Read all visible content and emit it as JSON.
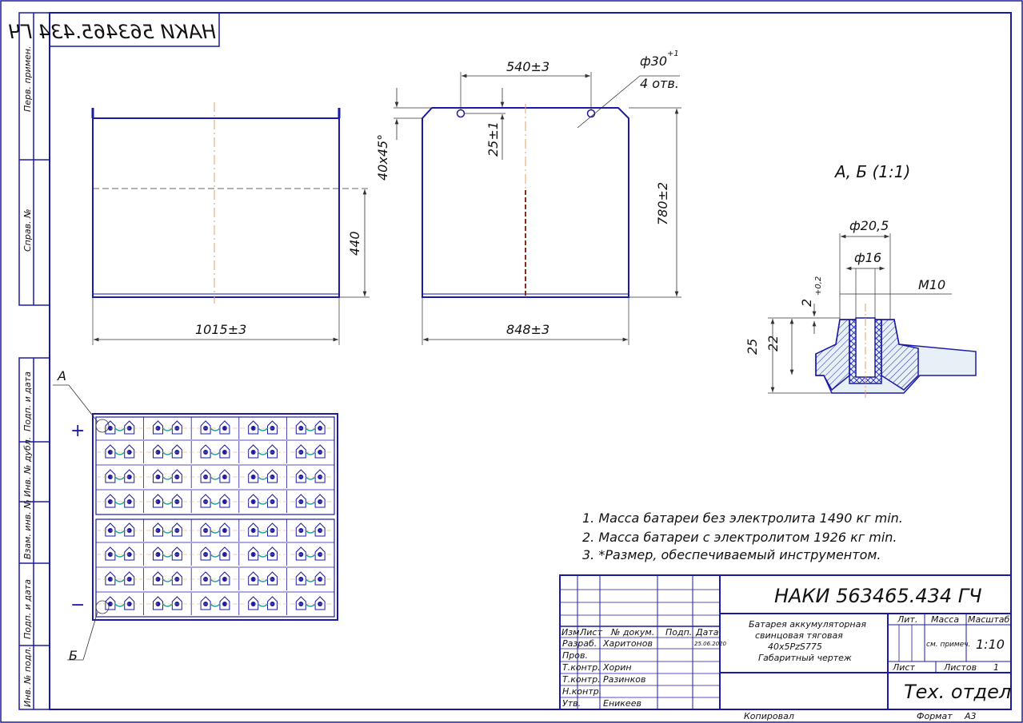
{
  "colors": {
    "frame": "#1a1aa6",
    "body": "#1a1aa6",
    "axis": "#e0a060",
    "dim": "#333333",
    "link": "#1e9e9e",
    "pole": "#1a1aa6"
  },
  "doc": {
    "code": "НАКИ 563465.434 ГЧ",
    "code_mirror": "НАКИ 563465.434 ГЧ"
  },
  "side_labels": [
    "Перв. примен.",
    "Справ. №",
    "Подп. и дата",
    "Инв. № дубл.",
    "Взам. инв. №",
    "Подп. и дата",
    "Инв. № подл."
  ],
  "dims": {
    "length": "1015±3",
    "height": "440",
    "hole_spacing": "540±3",
    "hole_dia": "ф30",
    "hole_dia_tol": "+1",
    "hole_count": "4 отв.",
    "hole_offset": "25±1",
    "chamfer": "40x45°",
    "width": "848±3",
    "lid_height": "780±2"
  },
  "detail": {
    "title": "А, Б (1:1)",
    "d1": "ф20,5",
    "d2": "ф16",
    "thread": "M10",
    "gap": "2",
    "gap_tol": "+0,2",
    "h1": "25",
    "h2": "22"
  },
  "callouts": {
    "a": "А",
    "b": "Б",
    "plus": "+",
    "minus": "−"
  },
  "notes": [
    "1. Масса батареи без электролита 1490 кг min.",
    "2. Масса батареи с электролитом 1926 кг min.",
    "3. *Размер, обеспечиваемый инструментом."
  ],
  "title_block": {
    "code": "НАКИ 563465.434 ГЧ",
    "name_lines": [
      "Батарея аккумуляторная",
      "свинцовая тяговая",
      "40x5PzS775",
      "Габаритный чертеж"
    ],
    "headers": [
      "Изм.",
      "Лист",
      "№ докум.",
      "Подп.",
      "Дата"
    ],
    "date": "25.06.2020",
    "roles": [
      "Разраб.",
      "Пров.",
      "Т.контр.",
      "Т.контр.",
      "Н.контр.",
      "Утв."
    ],
    "people": [
      "Харитонов",
      "",
      "Хорин",
      "Разинков",
      "",
      "Еникеев"
    ],
    "lit_label": "Лит.",
    "mass_label": "Масса",
    "scale_label": "Масштаб",
    "mass_value": "см. примеч.",
    "scale_value": "1:10",
    "sheet_label": "Лист",
    "sheets_label": "Листов",
    "sheets_value": "1",
    "org": "Тех. отдел",
    "copied": "Копировал",
    "format_label": "Формат",
    "format_value": "А3"
  }
}
